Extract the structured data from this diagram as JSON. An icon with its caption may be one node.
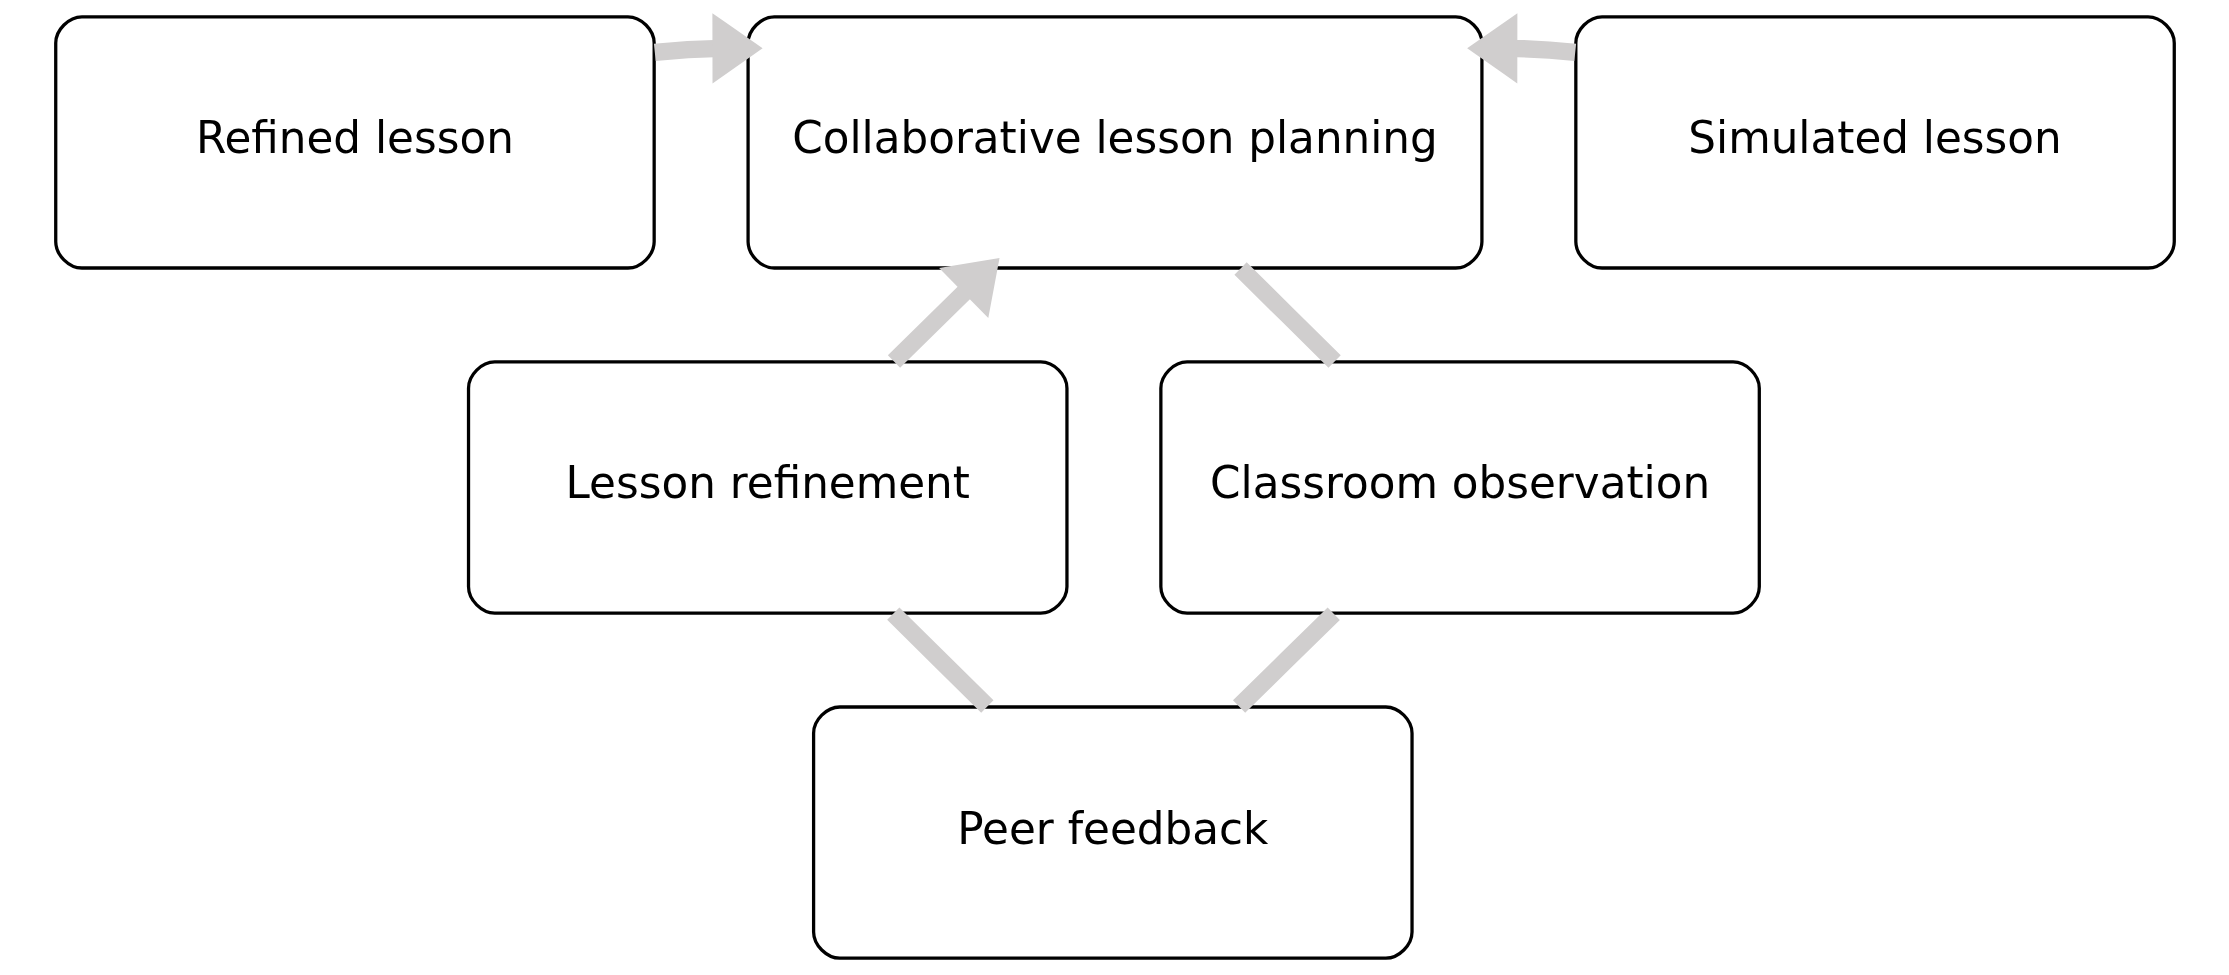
{
  "diagram": {
    "nodes": [
      {
        "text": [
          "Refined lesson"
        ]
      },
      {
        "text": [
          "Collaborative lesson planning"
        ]
      },
      {
        "text": [
          "Simulated lesson"
        ]
      },
      {
        "text": [
          "Lesson refinement"
        ]
      },
      {
        "text": [
          "Classroom observation"
        ]
      },
      {
        "text": [
          "Peer feedback"
        ]
      }
    ],
    "edges": [
      {
        "from": 0,
        "to": 1,
        "arrow": "to"
      },
      {
        "from": 2,
        "to": 1,
        "arrow": "to"
      },
      {
        "from": 1,
        "to": 4,
        "arrow": "none"
      },
      {
        "from": 4,
        "to": 5,
        "arrow": "none"
      },
      {
        "from": 5,
        "to": 3,
        "arrow": "none"
      },
      {
        "from": 3,
        "to": 1,
        "arrow": "to"
      }
    ]
  }
}
